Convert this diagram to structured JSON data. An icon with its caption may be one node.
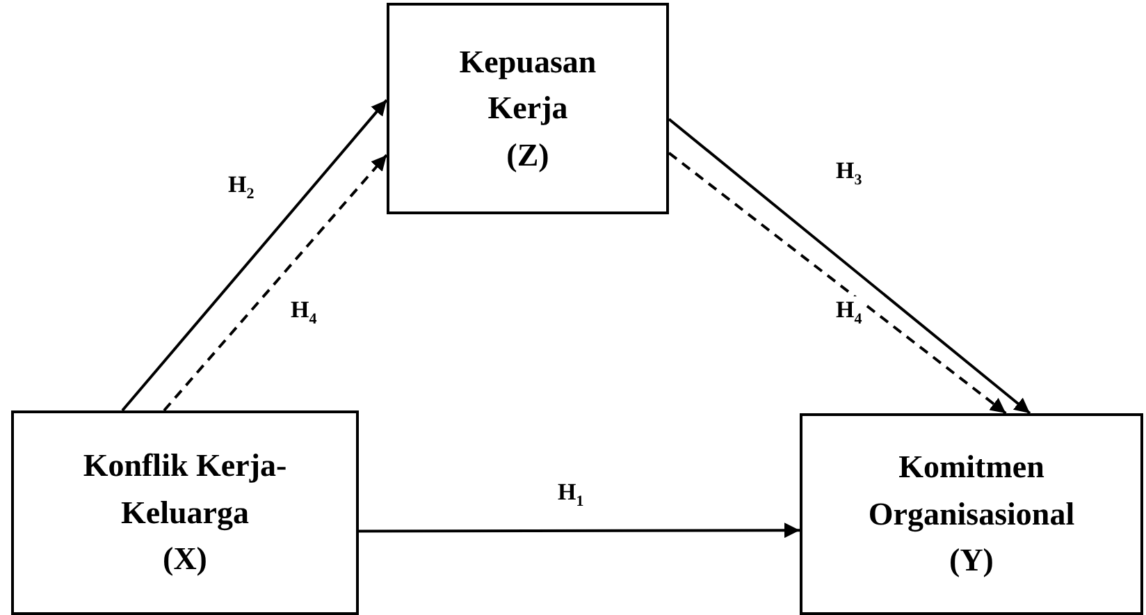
{
  "diagram": {
    "nodes": [
      {
        "text": [
          "Kepuasan Kerja",
          "(Z)"
        ]
      },
      {
        "text": [
          "Konflik Kerja-Keluarga",
          "(X)"
        ]
      },
      {
        "text": [
          "Komitmen Organisasional",
          "(Y)"
        ]
      }
    ],
    "edges": [
      {
        "from": 1,
        "to": 0,
        "arrow": "to",
        "label": "H$_{2}$"
      },
      {
        "from": 1,
        "to": 0,
        "arrow": "to",
        "label": "H$_{4}$",
        "style": "dashed"
      },
      {
        "from": 0,
        "to": 2,
        "arrow": "to",
        "label": "H$_{3}$"
      },
      {
        "from": 0,
        "to": 2,
        "arrow": "to",
        "label": "H$_{4}$",
        "style": "dashed"
      },
      {
        "from": 1,
        "to": 2,
        "arrow": "to",
        "label": "H$_{1}$"
      }
    ]
  }
}
